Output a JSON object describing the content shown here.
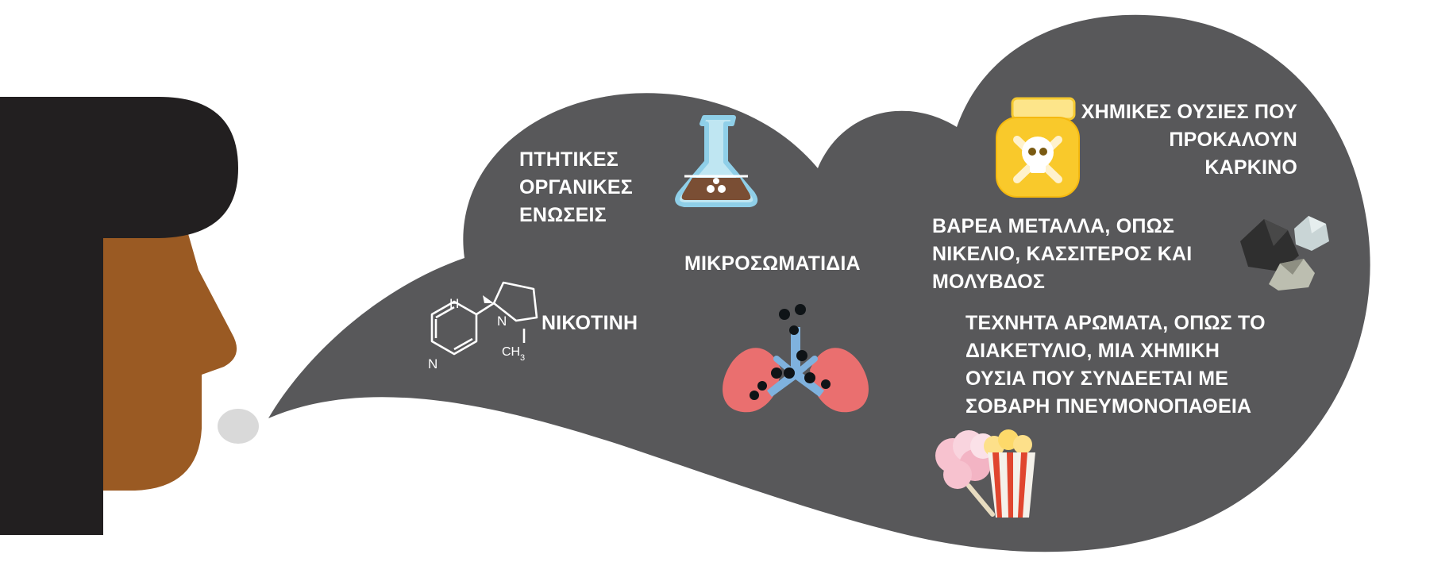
{
  "colors": {
    "cloud": "#58585a",
    "hair": "#221f20",
    "skin": "#9a5a23",
    "puff": "#d9d9d9",
    "text": "#ffffff"
  },
  "labels": {
    "voc": [
      "ΠΤΗΤΙΚΕΣ",
      "ΟΡΓΑΝΙΚΕΣ",
      "ΕΝΩΣΕΙΣ"
    ],
    "particles": [
      "ΜΙΚΡΟΣΩΜΑΤΙΔΙΑ"
    ],
    "nicotine": [
      "ΝΙΚΟΤΙΝΗ"
    ],
    "carcinogens": [
      "ΧΗΜΙΚΕΣ ΟΥΣΙΕΣ ΠΟΥ",
      "ΠΡΟΚΑΛΟΥΝ",
      "ΚΑΡΚΙΝΟ"
    ],
    "metals": [
      "ΒΑΡΕΑ ΜΕΤΑΛΛΑ, ΟΠΩΣ",
      "ΝΙΚΕΛΙΟ, ΚΑΣΣΙΤΕΡΟΣ ΚΑΙ",
      "ΜΟΛΥΒΔΟΣ"
    ],
    "flavorings": [
      "ΤΕΧΝΗΤΑ ΑΡΩΜΑΤΑ, ΟΠΩΣ ΤΟ",
      "ΔΙΑΚΕΤΥΛΙΟ, ΜΙΑ ΧΗΜΙΚΗ",
      "ΟΥΣΙΑ ΠΟΥ ΣΥΝΔΕΕΤΑΙ ΜΕ",
      "ΣΟΒΑΡΗ ΠΝΕΥΜΟΝΟΠΑΘΕΙΑ"
    ]
  },
  "molecule": {
    "atom_h": "H",
    "atom_n_ring": "N",
    "atom_n_pyridine": "N",
    "methyl": "CH",
    "methyl_sub": "3"
  },
  "icons": {
    "flask": "flask-icon",
    "poison": "poison-jar-icon",
    "rocks": "heavy-metal-rocks-icon",
    "lungs": "lungs-icon",
    "nicotine": "nicotine-molecule-icon",
    "snacks": "cotton-candy-popcorn-icon"
  }
}
